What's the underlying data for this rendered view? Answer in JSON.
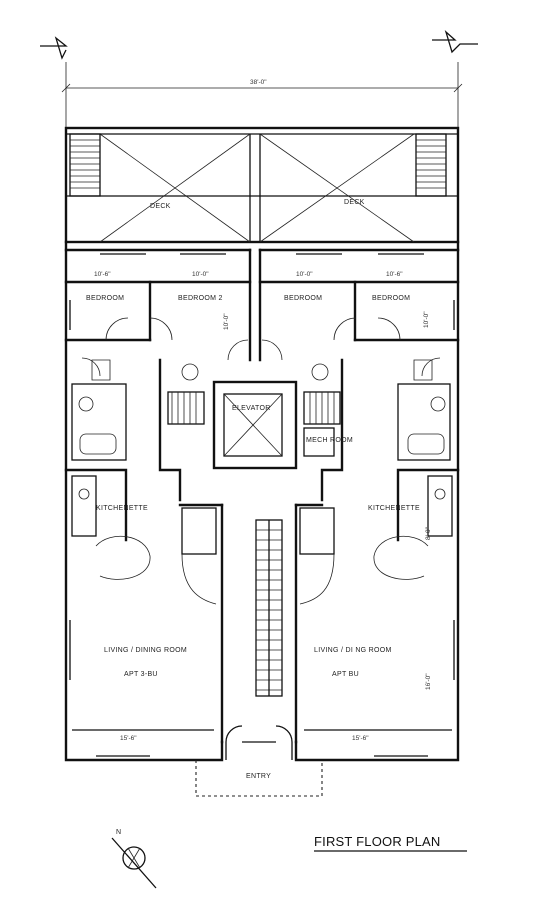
{
  "drawing": {
    "title": "FIRST FLOOR PLAN",
    "overall_dimension": "38'-0\"",
    "north_label": "N"
  },
  "rooms": {
    "bedroom_1": "BEDROOM",
    "bedroom_2": "BEDROOM 2",
    "bedroom_3": "BEDROOM",
    "bedroom_4": "BEDROOM",
    "kitchenette_left": "KITCHENETTE",
    "kitchenette_right": "KITCHENETTE",
    "living_left": "LIVING / DINING ROOM",
    "living_left_unit": "APT 3-BU",
    "living_right": "LIVING / DI NG ROOM",
    "living_right_unit": "APT BU",
    "deck_left": "DECK",
    "deck_right": "DECK",
    "elevator": "ELEVATOR",
    "mech": "MECH ROOM",
    "entry": "ENTRY"
  },
  "dimensions": {
    "bed1_width": "10'-6\"",
    "bed2_width": "10'-0\"",
    "bed3_width": "10'-0\"",
    "bed4_width": "10'-6\"",
    "bed_depth_left": "10'-0\"",
    "bed_depth_right": "10'-0\"",
    "kitchen_depth": "8'-0\"",
    "living_depth": "16'-0\"",
    "living_left_width": "15'-6\"",
    "living_right_width": "15'-6\""
  }
}
